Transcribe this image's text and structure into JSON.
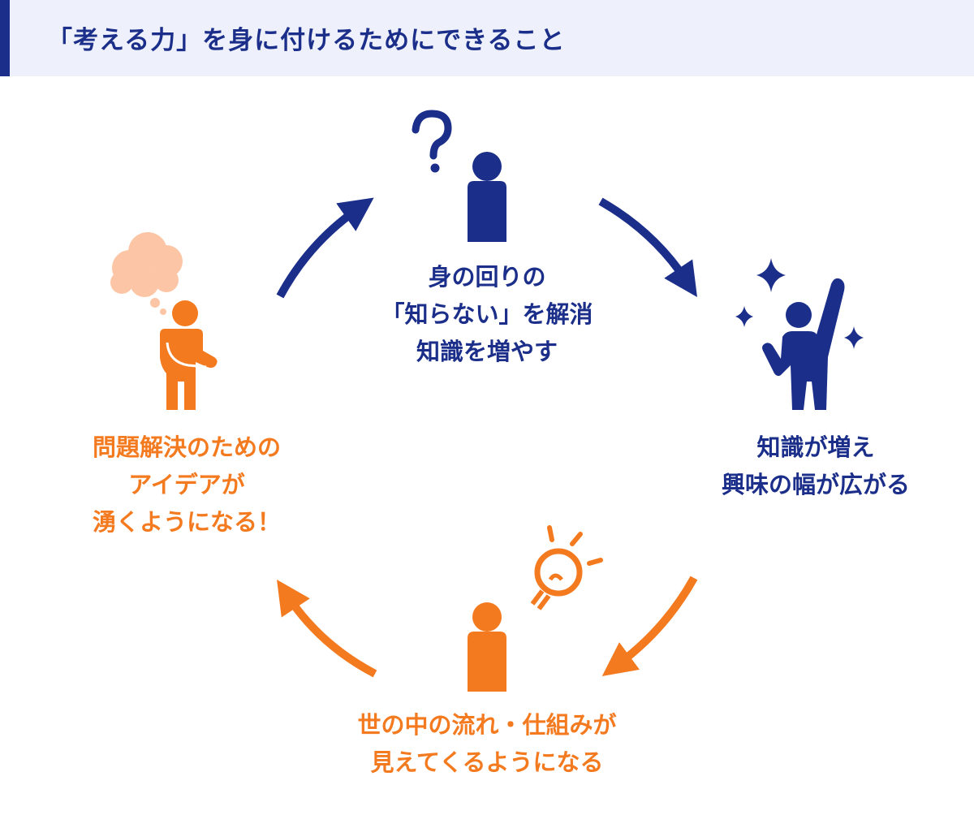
{
  "header": {
    "title": "「考える力」を身に付けるためにできること"
  },
  "colors": {
    "navy": "#1b2f8a",
    "orange": "#f47a20",
    "cloud": "#fcc6a6",
    "header_bg": "#eef0fb"
  },
  "steps": [
    {
      "id": "top",
      "icon": "person-question-icon",
      "lines": [
        "身の回りの",
        "「知らない」を解消",
        "知識を増やす"
      ]
    },
    {
      "id": "right",
      "icon": "person-cheering-sparkles-icon",
      "lines": [
        "知識が増え",
        "興味の幅が広がる"
      ]
    },
    {
      "id": "bottom",
      "icon": "person-lightbulb-icon",
      "lines": [
        "世の中の流れ・仕組みが",
        "見えてくるようになる"
      ]
    },
    {
      "id": "left",
      "icon": "person-thinking-icon",
      "lines": [
        "問題解決のための",
        "アイデアが",
        "湧くようになる！"
      ]
    }
  ]
}
